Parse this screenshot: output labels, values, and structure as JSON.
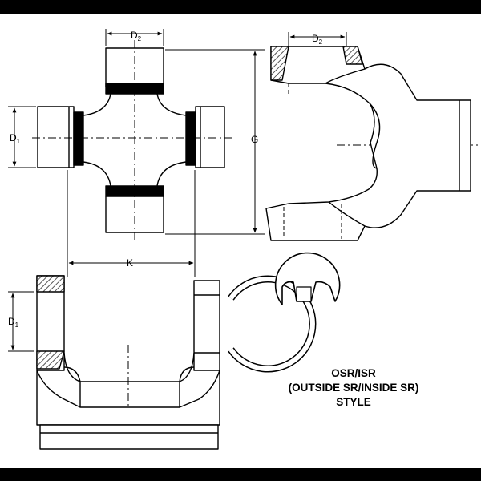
{
  "dimensions": {
    "d1_letter": "D",
    "d1_sub": "1",
    "d2_letter": "D",
    "d2_sub": "2",
    "g": "G",
    "k": "K"
  },
  "caption": {
    "line1": "OSR/ISR",
    "line2": "(OUTSIDE SR/INSIDE SR)",
    "line3": "STYLE"
  }
}
